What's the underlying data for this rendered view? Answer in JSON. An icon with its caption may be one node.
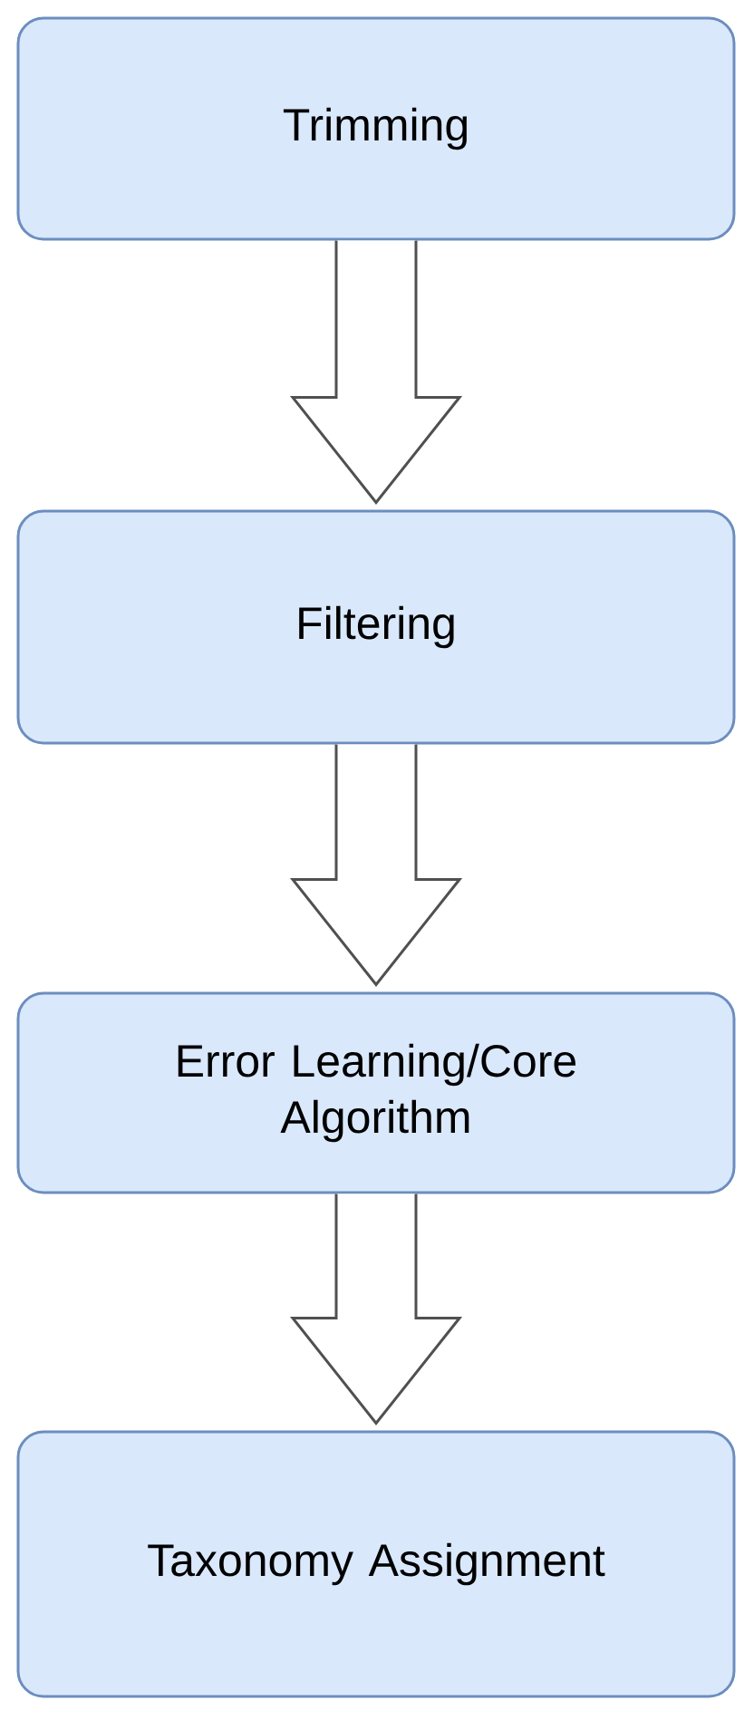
{
  "diagram": {
    "nodes": [
      {
        "text": [
          "Trimming"
        ]
      },
      {
        "text": [
          "Filtering"
        ]
      },
      {
        "text": [
          "Error Learning/Core Algorithm"
        ]
      },
      {
        "text": [
          "Taxonomy Assignment"
        ]
      }
    ],
    "edges": [
      {
        "from": 0,
        "to": 1,
        "arrow": "to"
      },
      {
        "from": 1,
        "to": 2,
        "arrow": "to"
      },
      {
        "from": 2,
        "to": 3,
        "arrow": "to"
      }
    ]
  }
}
